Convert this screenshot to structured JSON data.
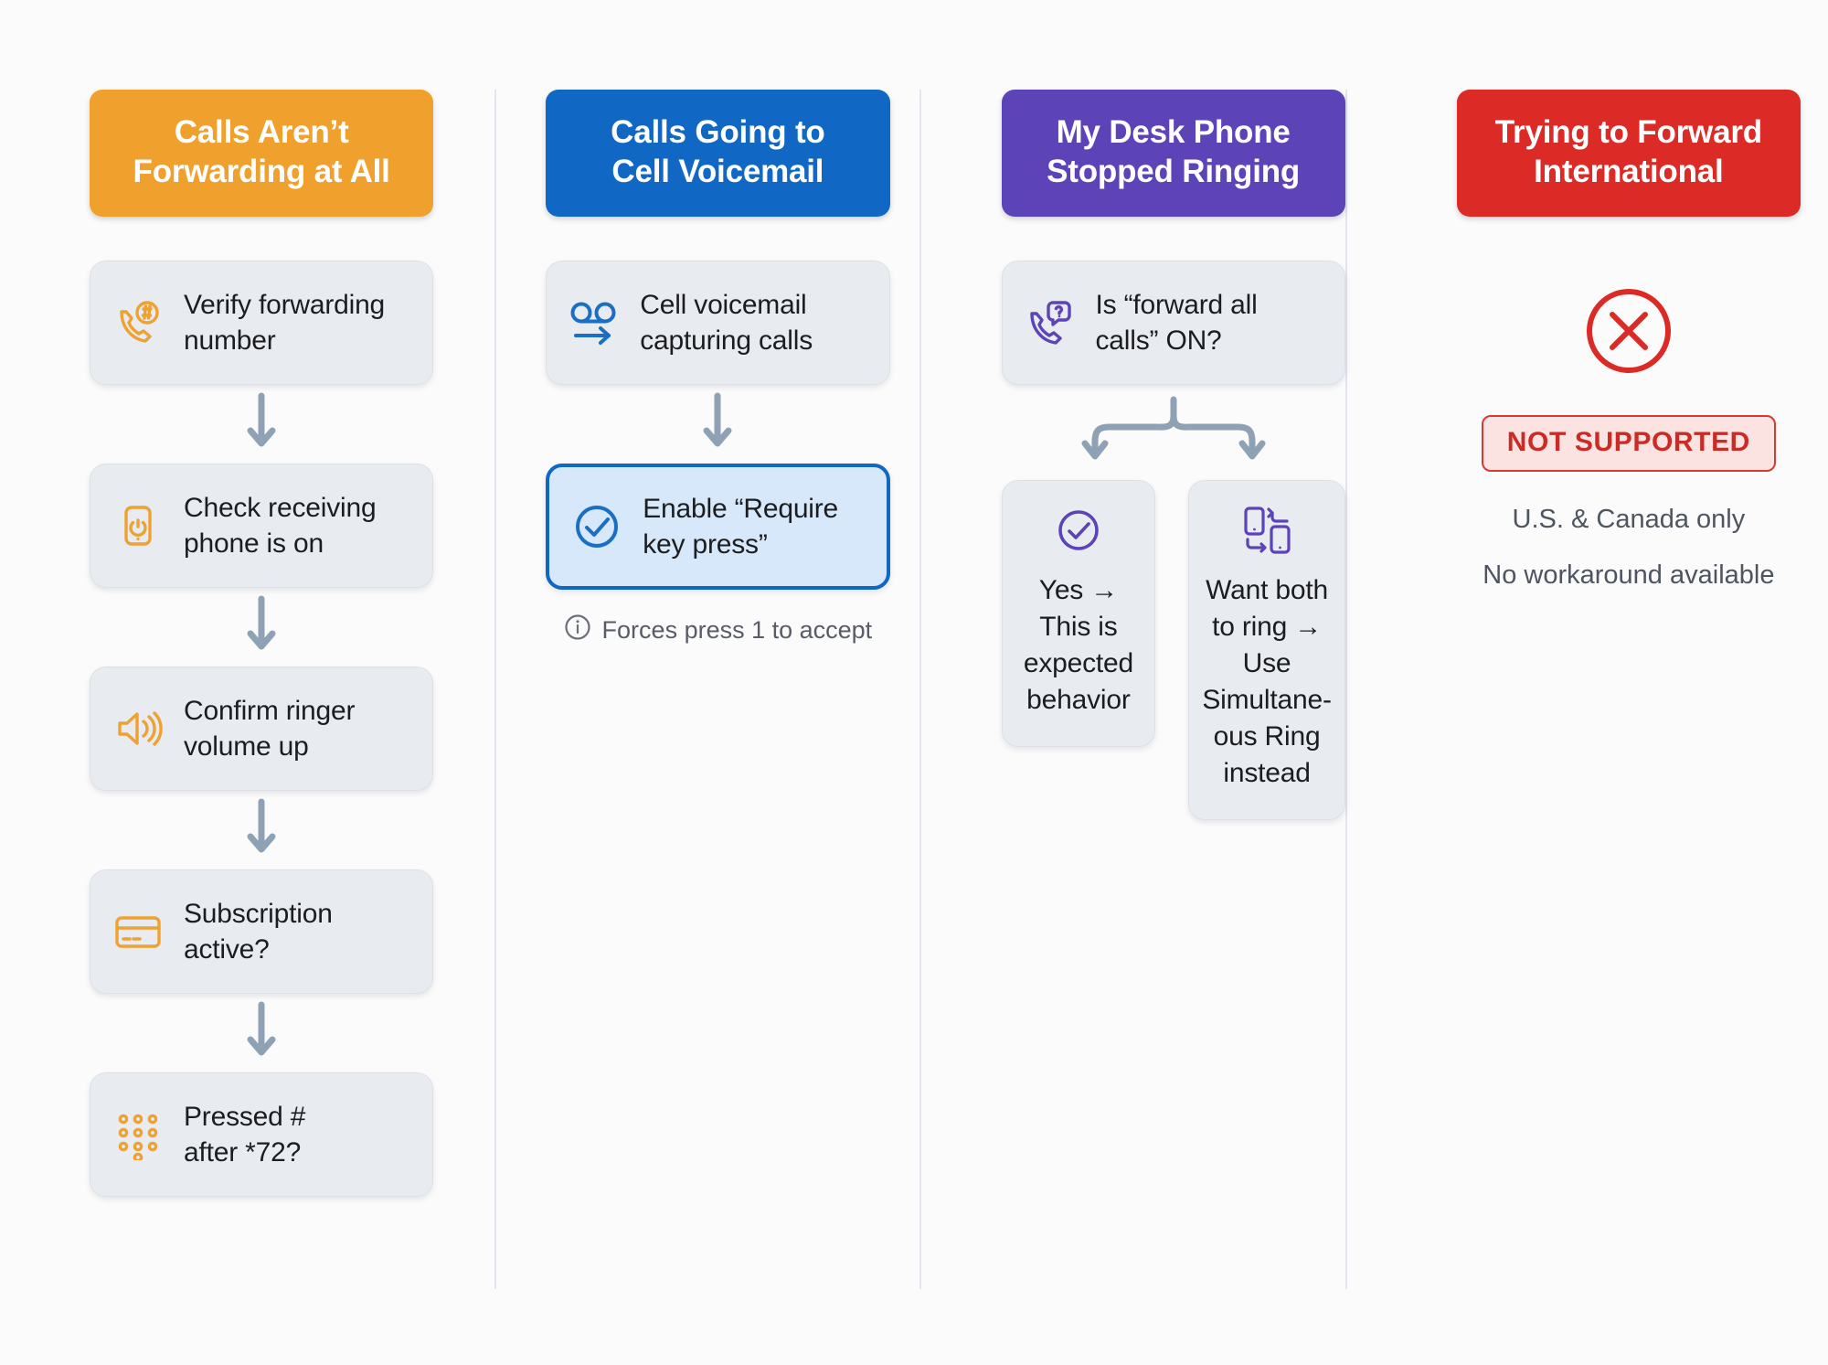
{
  "columns": [
    {
      "id": "calls-not-forwarding",
      "title": "Calls Aren’t\nForwarding at All",
      "accent": "#F0A02C",
      "steps": [
        {
          "icon": "phone-hash-icon",
          "label": "Verify forwarding\nnumber"
        },
        {
          "icon": "phone-power-icon",
          "label": "Check receiving\nphone is on"
        },
        {
          "icon": "speaker-volume-icon",
          "label": "Confirm ringer\nvolume up"
        },
        {
          "icon": "credit-card-icon",
          "label": "Subscription\nactive?"
        },
        {
          "icon": "dialpad-icon",
          "label": "Pressed #\nafter *72?"
        }
      ]
    },
    {
      "id": "calls-to-cell-voicemail",
      "title": "Calls Going to\nCell Voicemail",
      "accent": "#1068C4",
      "steps": [
        {
          "icon": "voicemail-forward-icon",
          "label": "Cell voicemail\ncapturing calls"
        },
        {
          "icon": "check-circle-icon",
          "label": "Enable “Require\nkey press”",
          "highlight": true
        }
      ],
      "note": {
        "icon": "info-icon",
        "text": "Forces press 1 to accept"
      }
    },
    {
      "id": "desk-phone-stopped-ringing",
      "title": "My Desk Phone\nStopped Ringing",
      "accent": "#5C43B8",
      "steps": [
        {
          "icon": "phone-question-icon",
          "label": "Is “forward all\ncalls” ON?"
        }
      ],
      "branches": [
        {
          "icon": "check-circle-icon",
          "label": "Yes →\nThis is\nexpected\nbehavior"
        },
        {
          "icon": "two-phones-ring-icon",
          "label": "Want both\nto ring →\nUse\nSimultane-\nous Ring\ninstead"
        }
      ]
    },
    {
      "id": "forward-international",
      "title": "Trying to Forward\nInternational",
      "accent": "#DC2A26",
      "blocked": {
        "icon": "x-circle-icon",
        "badge": "NOT SUPPORTED",
        "notes": [
          "U.S. & Canada only",
          "No workaround available"
        ]
      }
    }
  ],
  "theme": {
    "arrow_color": "#8FA2B5",
    "card_bg": "#E8EBEF",
    "text_color": "#1C1D20"
  }
}
